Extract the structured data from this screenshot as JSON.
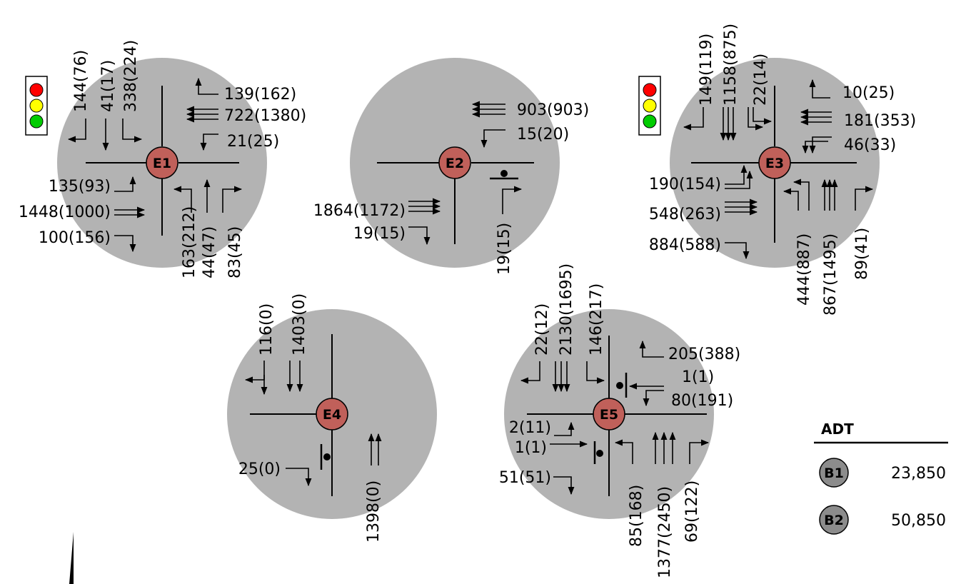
{
  "colors": {
    "circle_fill": "#b3b3b3",
    "node_fill": "#c0605a",
    "adt_node_fill": "#8c8c8c",
    "signal_red": "#ff0000",
    "signal_yellow": "#ffff00",
    "signal_green": "#00cc00"
  },
  "intersections": [
    {
      "id": "E1",
      "signalized": true,
      "volumes": {
        "south_bound": [
          "144(76)",
          "41(17)",
          "338(224)"
        ],
        "west_bound": [
          "139(162)",
          "722(1380)",
          "21(25)"
        ],
        "east_bound": [
          "135(93)",
          "1448(1000)",
          "100(156)"
        ],
        "north_bound": [
          "163(212)",
          "44(47)",
          "83(45)"
        ]
      }
    },
    {
      "id": "E2",
      "signalized": false,
      "volumes": {
        "west_bound": [
          "903(903)",
          "15(20)"
        ],
        "east_bound": [
          "1864(1172)",
          "19(15)"
        ],
        "north_bound": [
          "19(15)"
        ]
      }
    },
    {
      "id": "E3",
      "signalized": true,
      "volumes": {
        "south_bound": [
          "149(119)",
          "1158(875)",
          "22(14)"
        ],
        "west_bound": [
          "10(25)",
          "181(353)",
          "46(33)"
        ],
        "east_bound": [
          "190(154)",
          "548(263)",
          "884(588)"
        ],
        "north_bound": [
          "444(887)",
          "867(1495)",
          "89(41)"
        ]
      }
    },
    {
      "id": "E4",
      "signalized": false,
      "volumes": {
        "south_bound": [
          "116(0)",
          "1403(0)"
        ],
        "east_bound": [
          "25(0)"
        ],
        "north_bound": [
          "1398(0)"
        ]
      }
    },
    {
      "id": "E5",
      "signalized": false,
      "volumes": {
        "south_bound": [
          "22(12)",
          "2130(1695)",
          "146(217)"
        ],
        "west_bound": [
          "205(388)",
          "1(1)",
          "80(191)"
        ],
        "east_bound": [
          "2(11)",
          "1(1)",
          "51(51)"
        ],
        "north_bound": [
          "85(168)",
          "1377(2450)",
          "69(122)"
        ]
      }
    }
  ],
  "adt": {
    "title": "ADT",
    "rows": [
      {
        "label": "B1",
        "value": "23,850"
      },
      {
        "label": "B2",
        "value": "50,850"
      }
    ]
  }
}
